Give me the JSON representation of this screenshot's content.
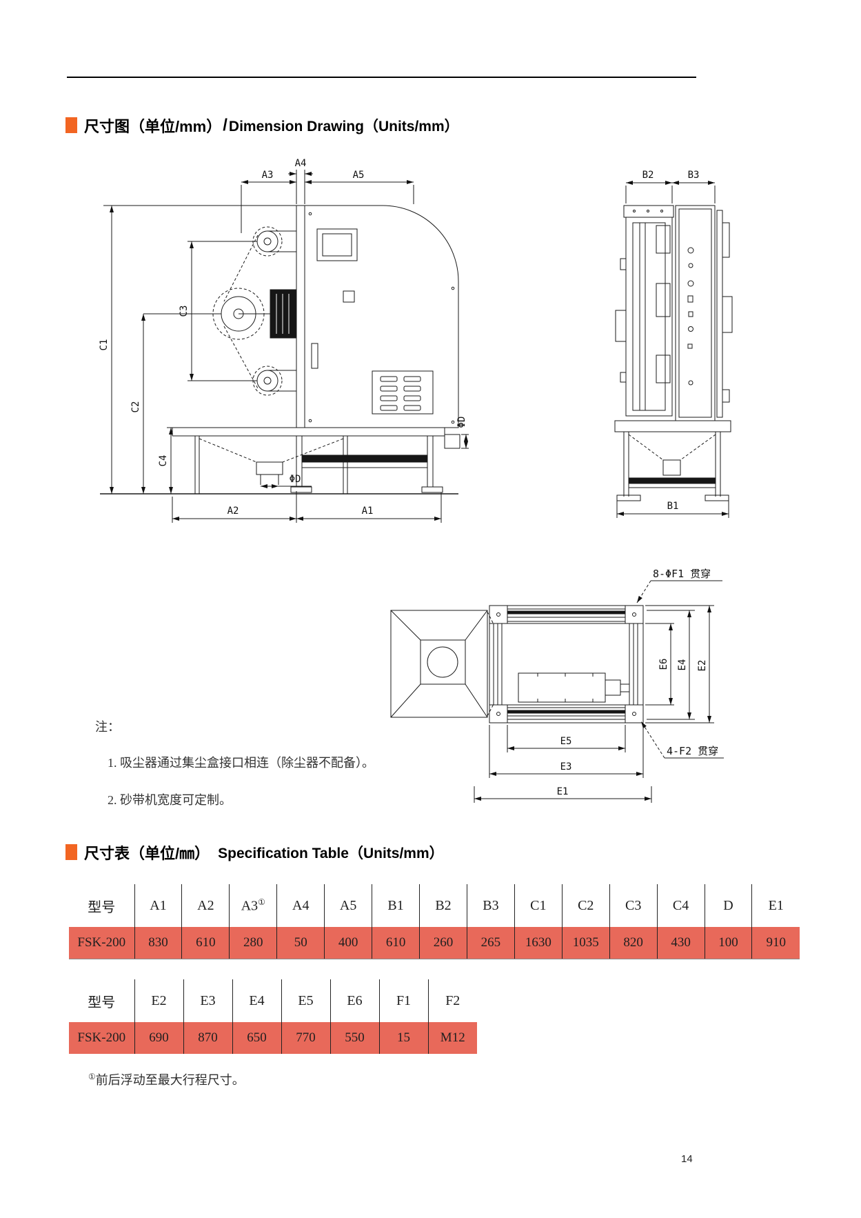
{
  "page": {
    "number": "14"
  },
  "colors": {
    "accent_orange": "#f26522",
    "row_salmon": "#e8695a"
  },
  "section1": {
    "title_zh": "尺寸图（单位/mm）",
    "sep": "/",
    "title_en": "Dimension Drawing（Units/mm）"
  },
  "section2": {
    "title_zh": "尺寸表（单位/㎜）",
    "title_en": "Specification Table（Units/mm）"
  },
  "notes": {
    "heading": "注：",
    "items": [
      "1. 吸尘器通过集尘盒接口相连（除尘器不配备）。",
      "2. 砂带机宽度可定制。"
    ]
  },
  "footnote": {
    "marker": "①",
    "text": "前后浮动至最大行程尺寸。"
  },
  "drawings": {
    "front": {
      "a1": "A1",
      "a2": "A2",
      "a3": "A3",
      "a4": "A4",
      "a5": "A5",
      "c1": "C1",
      "c2": "C2",
      "c3": "C3",
      "c4": "C4",
      "phi_d": "ΦD"
    },
    "side": {
      "b1": "B1",
      "b2": "B2",
      "b3": "B3"
    },
    "top": {
      "e1": "E1",
      "e2": "E2",
      "e3": "E3",
      "e4": "E4",
      "e5": "E5",
      "e6": "E6",
      "f1_note": "8-ΦF1 贯穿",
      "f2_note": "4-F2 贯穿"
    }
  },
  "table1": {
    "headers": [
      "型号",
      "A1",
      "A2",
      "A3",
      "A4",
      "A5",
      "B1",
      "B2",
      "B3",
      "C1",
      "C2",
      "C3",
      "C4",
      "D",
      "E1"
    ],
    "a3_sup": "①",
    "row": [
      "FSK-200",
      "830",
      "610",
      "280",
      "50",
      "400",
      "610",
      "260",
      "265",
      "1630",
      "1035",
      "820",
      "430",
      "100",
      "910"
    ]
  },
  "table2": {
    "headers": [
      "型号",
      "E2",
      "E3",
      "E4",
      "E5",
      "E6",
      "F1",
      "F2"
    ],
    "row": [
      "FSK-200",
      "690",
      "870",
      "650",
      "770",
      "550",
      "15",
      "M12"
    ]
  }
}
